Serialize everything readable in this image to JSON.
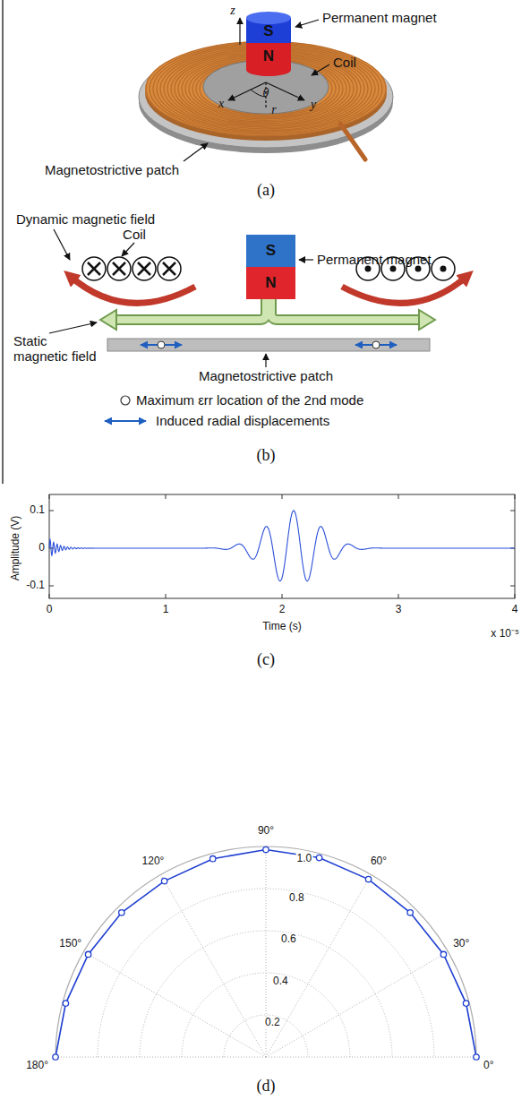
{
  "diagram": {
    "nodes": [
      {
        "text": [
          "S"
        ]
      },
      {
        "text": [
          "N"
        ]
      },
      {
        "text": [
          "S"
        ]
      },
      {
        "text": [
          "N"
        ]
      }
    ],
    "labels": [
      "z",
      "Permanent magnet",
      "Coil",
      "x",
      "θ",
      "y",
      "r",
      "Magnetostrictive patch",
      "(a)",
      "Dynamic magnetic field",
      "Coil",
      "Permanent magnet",
      "Static magnetic field",
      "Magnetostrictive patch",
      "(b)",
      "Amplitude (V)",
      "0.1",
      "0",
      "-0.1",
      "0",
      "1",
      "2",
      "3",
      "4",
      "Time (s)",
      "x 10⁻⁵",
      "(c)",
      "90°",
      "120°",
      "150°",
      "180°",
      "60°",
      "30°",
      "0°",
      "1.0",
      "0.8",
      "0.6",
      "0.4",
      "0.2",
      "(d)"
    ],
    "legend": [
      {
        "text": "Maximum εrr location of the 2nd mode"
      },
      {
        "text": "Induced radial displacements"
      }
    ]
  }
}
